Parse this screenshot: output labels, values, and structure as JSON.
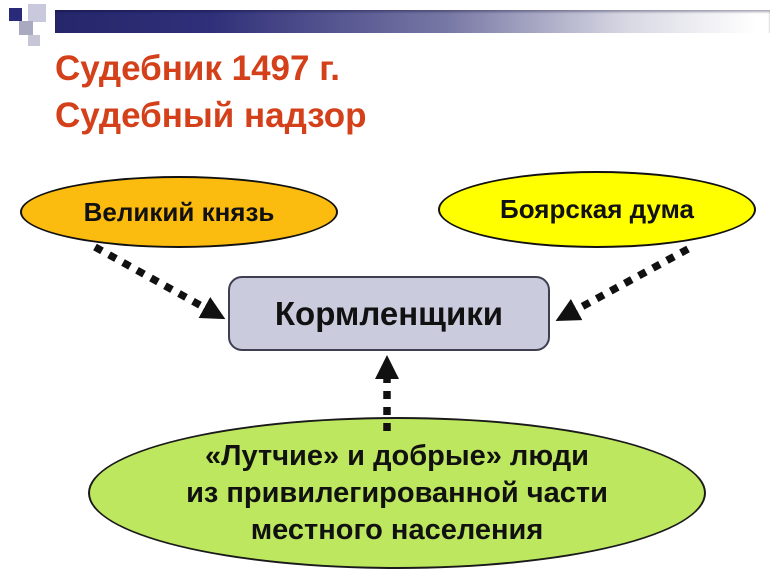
{
  "slide": {
    "title": {
      "lines": [
        "Судебник 1497 г.",
        "Судебный надзор"
      ],
      "color": "#d3401a"
    }
  },
  "diagram": {
    "nodes": {
      "grand_prince": {
        "label": "Великий князь",
        "shape": "ellipse",
        "fill": "#fcbb0f"
      },
      "boyar_duma": {
        "label": "Боярская дума",
        "shape": "ellipse",
        "fill": "#ffff00"
      },
      "kormlenshchiki": {
        "label": "Кормленщики",
        "shape": "rounded-rectangle",
        "fill": "#cbcbde"
      },
      "privileged_locals": {
        "lines": [
          "«Лутчие» и добрые» люди",
          "из привилегированной части",
          "местного населения"
        ],
        "shape": "ellipse",
        "fill": "#bde75e"
      }
    },
    "edges": [
      {
        "from": "grand_prince",
        "to": "kormlenshchiki",
        "style": "dashed",
        "arrowhead": true
      },
      {
        "from": "boyar_duma",
        "to": "kormlenshchiki",
        "style": "dashed",
        "arrowhead": true
      },
      {
        "from": "privileged_locals",
        "to": "kormlenshchiki",
        "style": "dashed",
        "arrowhead": true
      }
    ]
  }
}
